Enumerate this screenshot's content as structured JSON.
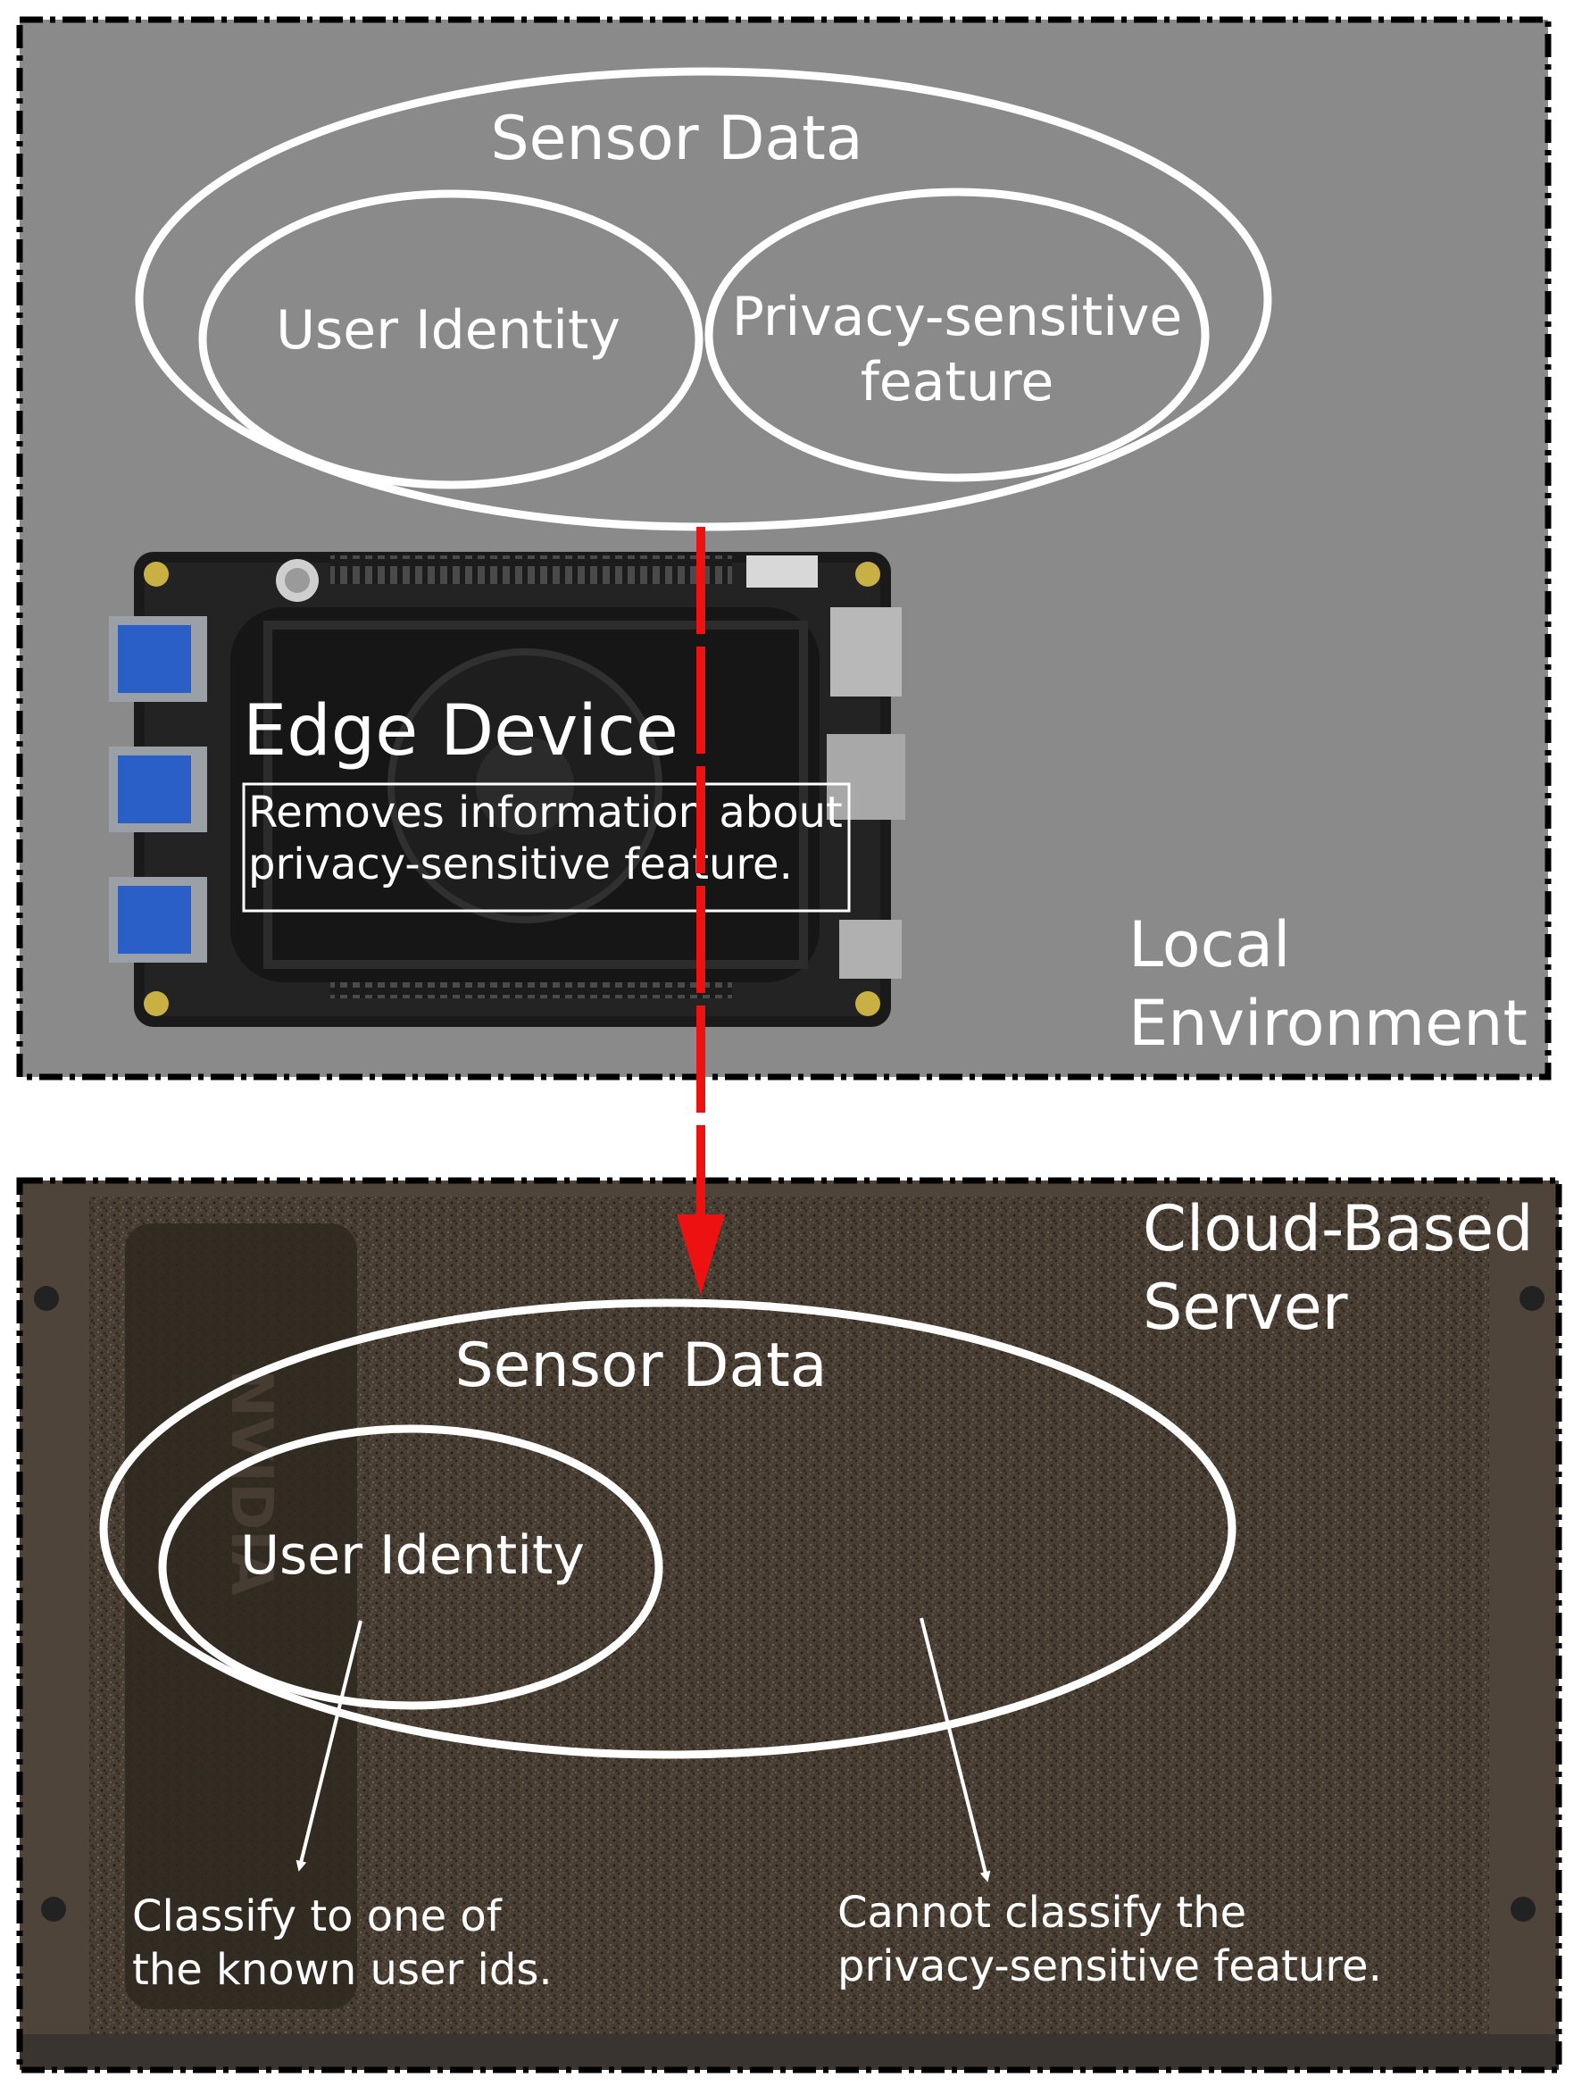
{
  "local_environment": {
    "label_line1": "Local",
    "label_line2": "Environment",
    "sensor_data": "Sensor Data",
    "user_identity": "User Identity",
    "privacy_line1": "Privacy-sensitive",
    "privacy_line2": "feature",
    "edge_device": {
      "title": "Edge Device",
      "desc_line1": "Removes information about",
      "desc_line2": "privacy-sensitive feature."
    }
  },
  "cloud_server": {
    "label_line1": "Cloud-Based",
    "label_line2": "Server",
    "sensor_data": "Sensor Data",
    "user_identity": "User Identity",
    "classify_line1": "Classify to one of",
    "classify_line2": "the known user ids.",
    "cannot_line1": "Cannot classify the",
    "cannot_line2": "privacy-sensitive feature."
  },
  "colors": {
    "local_bg": "#8a8a8a",
    "server_bg": "#5a4f42",
    "arrow": "#ee1111",
    "ellipse": "#ffffff"
  }
}
